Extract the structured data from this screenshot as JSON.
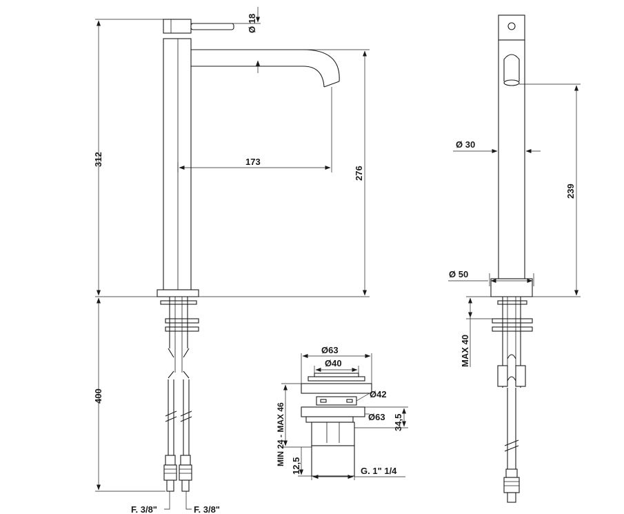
{
  "labels": {
    "handle_diameter": "Ø 18",
    "total_height": "312",
    "spout_reach": "173",
    "spout_height": "276",
    "hose_length": "400",
    "connection_left": "F. 3/8\"",
    "connection_right": "F. 3/8\"",
    "body_diameter": "Ø 30",
    "handle_height": "239",
    "base_diameter": "Ø 50",
    "max_deck": "MAX 40",
    "waste_top_diameter": "Ø63",
    "waste_cap_diameter": "Ø40",
    "waste_range": "MIN 24 - MAX 46",
    "waste_body_diameter": "Ø42",
    "waste_flange_diameter": "Ø63",
    "waste_height": "34,5",
    "waste_thread_length": "12,5",
    "waste_thread": "G. 1\" 1/4"
  }
}
